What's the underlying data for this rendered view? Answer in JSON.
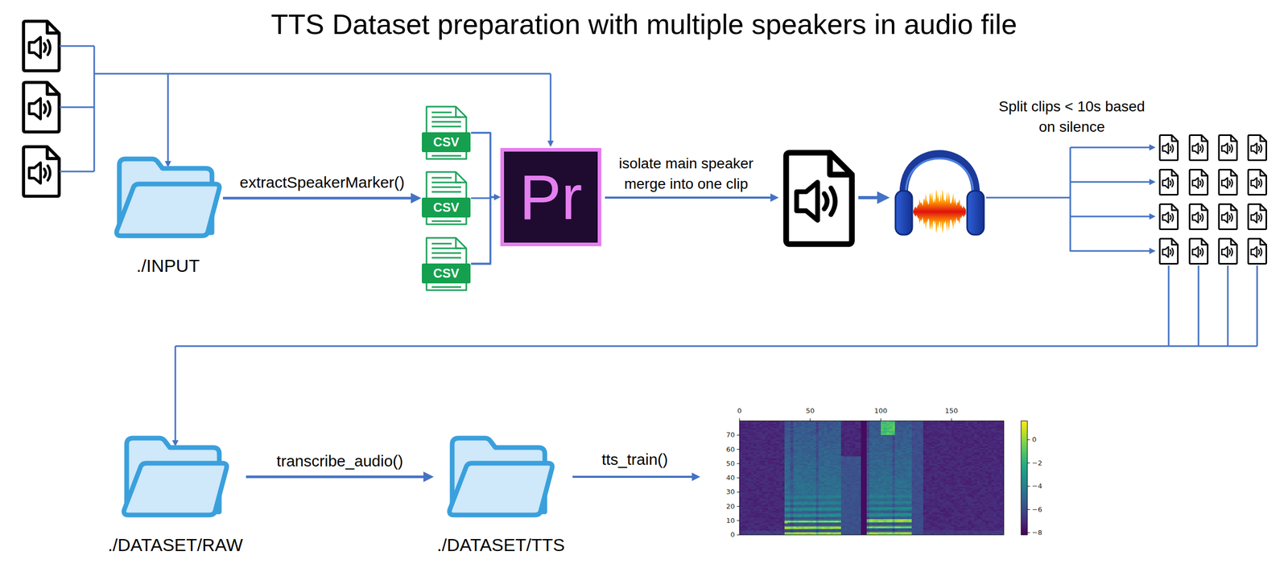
{
  "diagram": {
    "title": "TTS Dataset preparation with multiple speakers in audio file",
    "nodes": [
      {
        "text": [
          "./INPUT"
        ]
      },
      {
        "text": [
          "CSV"
        ]
      },
      {
        "text": [
          "CSV"
        ]
      },
      {
        "text": [
          "CSV"
        ]
      },
      {
        "text": [
          "Pr"
        ]
      },
      {
        "text": [
          "./DATASET/RAW"
        ]
      },
      {
        "text": [
          "./DATASET/TTS"
        ]
      }
    ],
    "edges": [
      {
        "from": 0,
        "to": 2,
        "label": "extractSpeakerMarker()",
        "arrow": "to"
      },
      {
        "from": 1,
        "to": 4,
        "arrow": "to"
      },
      {
        "from": 2,
        "to": 4,
        "arrow": "to"
      },
      {
        "from": 3,
        "to": 4,
        "arrow": "to"
      },
      {
        "from": 5,
        "to": 6,
        "label": "transcribe_audio()",
        "arrow": "to"
      }
    ],
    "labels": [
      "isolate main speaker merge into one clip",
      "Split clips < 10s based on silence",
      "tts_train()",
      "0",
      "50",
      "100",
      "150",
      "0",
      "10",
      "20",
      "30",
      "40",
      "50",
      "60",
      "70",
      "0",
      "−2",
      "−4",
      "−6",
      "−8"
    ]
  }
}
